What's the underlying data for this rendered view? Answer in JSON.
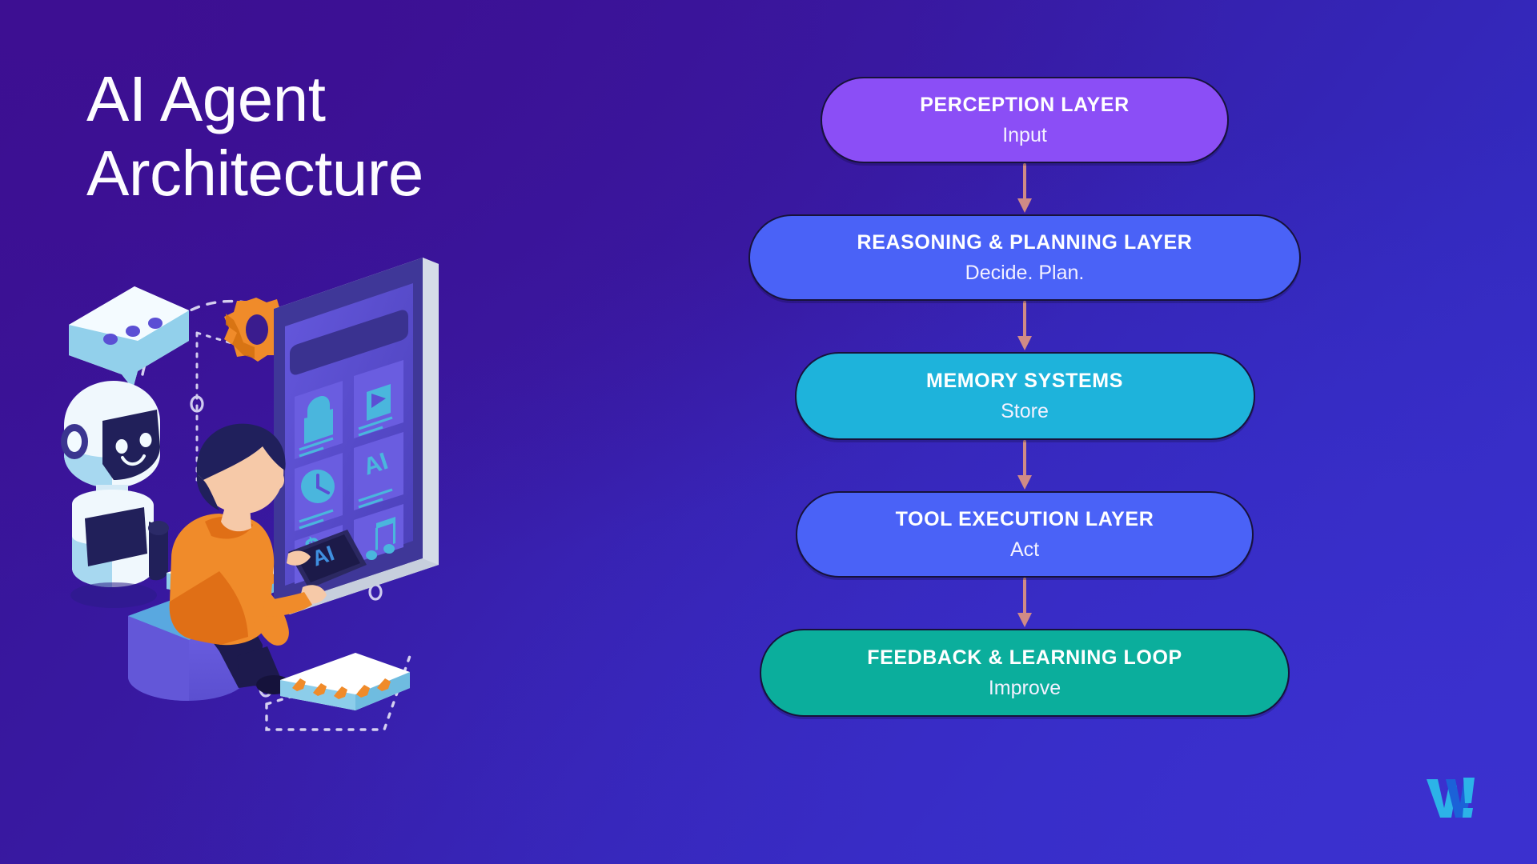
{
  "slide": {
    "title": "AI Agent\nArchitecture",
    "background": {
      "from": "#3a1092",
      "to": "#3730c9"
    }
  },
  "flow": {
    "arrow_color": "#d08b86",
    "outline_color": "#17123b",
    "nodes": [
      {
        "id": "perception",
        "title": "PERCEPTION LAYER",
        "subtitle": "Input",
        "color": "#8b4ef6",
        "width_class": "n-w1"
      },
      {
        "id": "reasoning",
        "title": "REASONING & PLANNING LAYER",
        "subtitle": "Decide. Plan.",
        "color": "#4a62f7",
        "width_class": "n-w2"
      },
      {
        "id": "memory",
        "title": "MEMORY SYSTEMS",
        "subtitle": "Store",
        "color": "#1eb3db",
        "width_class": "n-w3"
      },
      {
        "id": "tool-execution",
        "title": "TOOL EXECUTION LAYER",
        "subtitle": "Act",
        "color": "#4a62f7",
        "width_class": "n-w4"
      },
      {
        "id": "feedback",
        "title": "FEEDBACK & LEARNING LOOP",
        "subtitle": "Improve",
        "color": "#0bae9c",
        "width_class": "n-w5"
      }
    ]
  },
  "illustration": {
    "name": "isometric-ai-robot-and-person-with-tablet",
    "tablet_label": "AI",
    "screen_icons": [
      "shopping-bag-icon",
      "play-icon",
      "ai-icon",
      "clock-icon",
      "dollar-icon",
      "music-note-icon"
    ],
    "colors": {
      "robot_body": "#e9f4fb",
      "robot_accent": "#8ccdea",
      "robot_dark": "#1f1b55",
      "gear": "#f2881f",
      "star": "#f2881f",
      "sweater": "#f08b2a",
      "sweater_shadow": "#e06f16",
      "hair": "#20205c",
      "skin": "#f6c9a8",
      "pants": "#1d1a4d",
      "stool_top": "#59a8e0",
      "stool_body": "#6a5de0",
      "screen_frame": "#eef2f8",
      "screen_bg": "#5b4fd4",
      "screen_card": "#6a5de0",
      "screen_icon": "#4ab6dd",
      "dashed": "#e8e6f8"
    }
  },
  "logo": {
    "name": "w-exclamation-logo",
    "color_light": "#2cb3e8",
    "color_dark": "#1b62d8"
  }
}
